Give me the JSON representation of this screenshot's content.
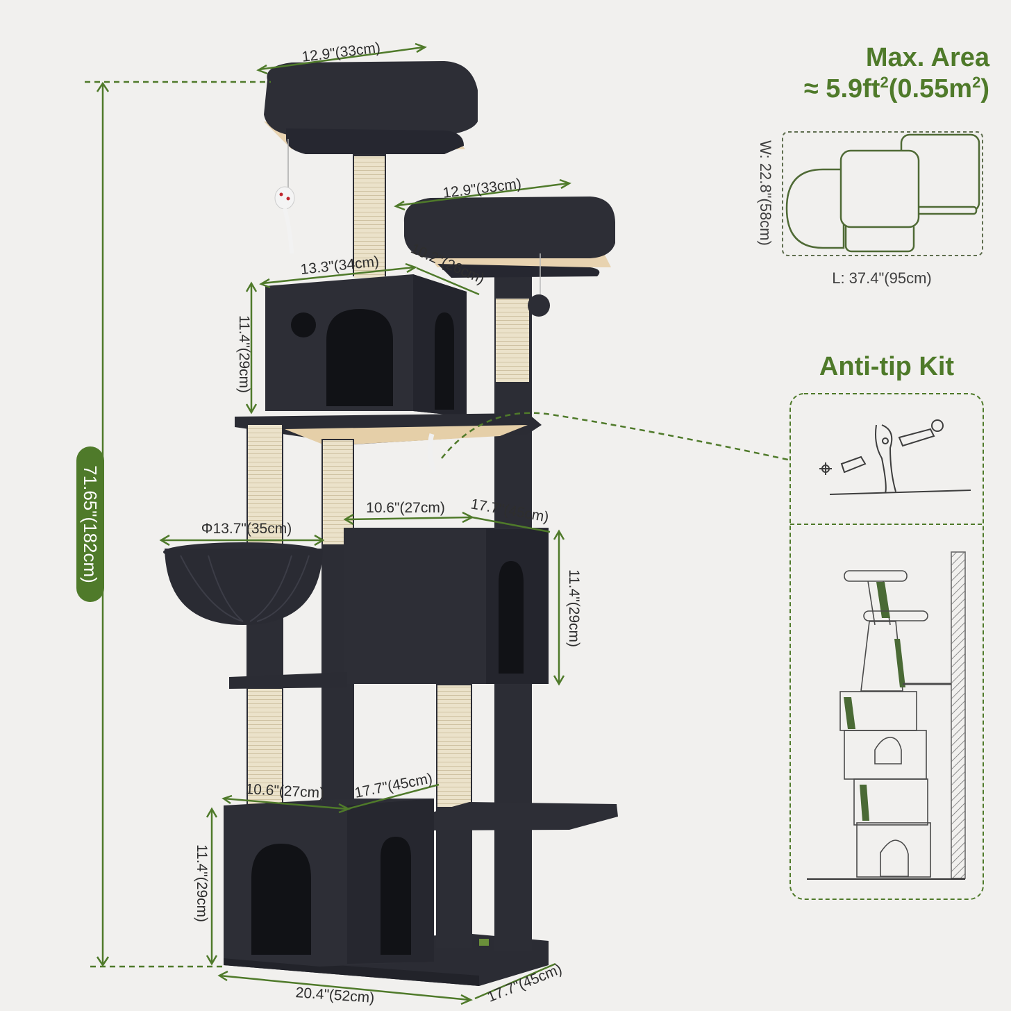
{
  "colors": {
    "accent": "#4f7a2a",
    "tree": "#2b2c34",
    "tree_light": "#3a3b44",
    "sisal": "#e9dfc6",
    "background": "#f1f0ee",
    "line_art": "#5f6e4f"
  },
  "dimensions": {
    "total_height": "71.65\"(182cm)",
    "top_perch_width": "12.9\"(33cm)",
    "second_perch_width": "12.9\"(33cm)",
    "upper_condo_width": "13.3\"(34cm)",
    "upper_condo_depth": "10.2\"(26cm)",
    "upper_condo_height": "11.4\"(29cm)",
    "basket_diameter": "Φ13.7\"(35cm)",
    "middle_condo_width": "10.6\"(27cm)",
    "middle_condo_depth": "17.7\"(45cm)",
    "middle_condo_height": "11.4\"(29cm)",
    "bottom_condo_width": "10.6\"(27cm)",
    "bottom_condo_depth": "17.7\"(45cm)",
    "bottom_condo_height": "11.4\"(29cm)",
    "base_width": "20.4\"(52cm)",
    "base_depth": "17.7\"(45cm)"
  },
  "max_area": {
    "title": "Max. Area",
    "value_prefix": "≈ 5.9ft",
    "value_sup1": "2",
    "value_middle": "(0.55m",
    "value_sup2": "2",
    "value_suffix": ")",
    "width_label": "W: 22.8\"(58cm)",
    "length_label": "L: 37.4\"(95cm)"
  },
  "anti_tip": {
    "title": "Anti-tip Kit"
  }
}
